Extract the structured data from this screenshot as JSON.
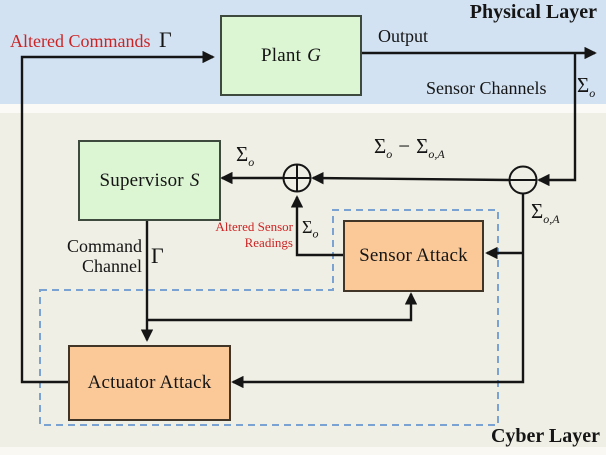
{
  "layers": {
    "physical": "Physical Layer",
    "cyber": "Cyber Layer"
  },
  "boxes": {
    "plant": {
      "text": "Plant",
      "var": "G"
    },
    "supervisor": {
      "text": "Supervisor",
      "var": "S"
    },
    "sensor_attack": "Sensor Attack",
    "actuator_attack": "Actuator Attack"
  },
  "edges": {
    "altered_commands": {
      "text": "Altered Commands",
      "var": "Γ"
    },
    "output": "Output",
    "sensor_channels": "Sensor Channels",
    "command_channel": {
      "line1": "Command",
      "line2": "Channel",
      "var": "Γ"
    },
    "altered_sensor": {
      "line1": "Altered Sensor",
      "line2": "Readings"
    }
  },
  "math": {
    "sigma_o_channel": {
      "base": "Σ",
      "sub": "o"
    },
    "sigma_o_supervisor": {
      "base": "Σ",
      "sub": "o"
    },
    "sigma_diff": {
      "base1": "Σ",
      "sub1": "o",
      "op": "−",
      "base2": "Σ",
      "sub2": "o,A"
    },
    "sigma_oA": {
      "base": "Σ",
      "sub": "o,A"
    },
    "sigma_o_altered": {
      "base": "Σ",
      "sub": "o"
    }
  },
  "colors": {
    "physical_bg": "#d2e2f3",
    "cyber_bg": "#f0efe5",
    "box_green": "#dcf5d3",
    "box_orange": "#fbc998",
    "red_text": "#cc2424",
    "dashed_blue": "#7aa3d4",
    "line_black": "#151515"
  }
}
